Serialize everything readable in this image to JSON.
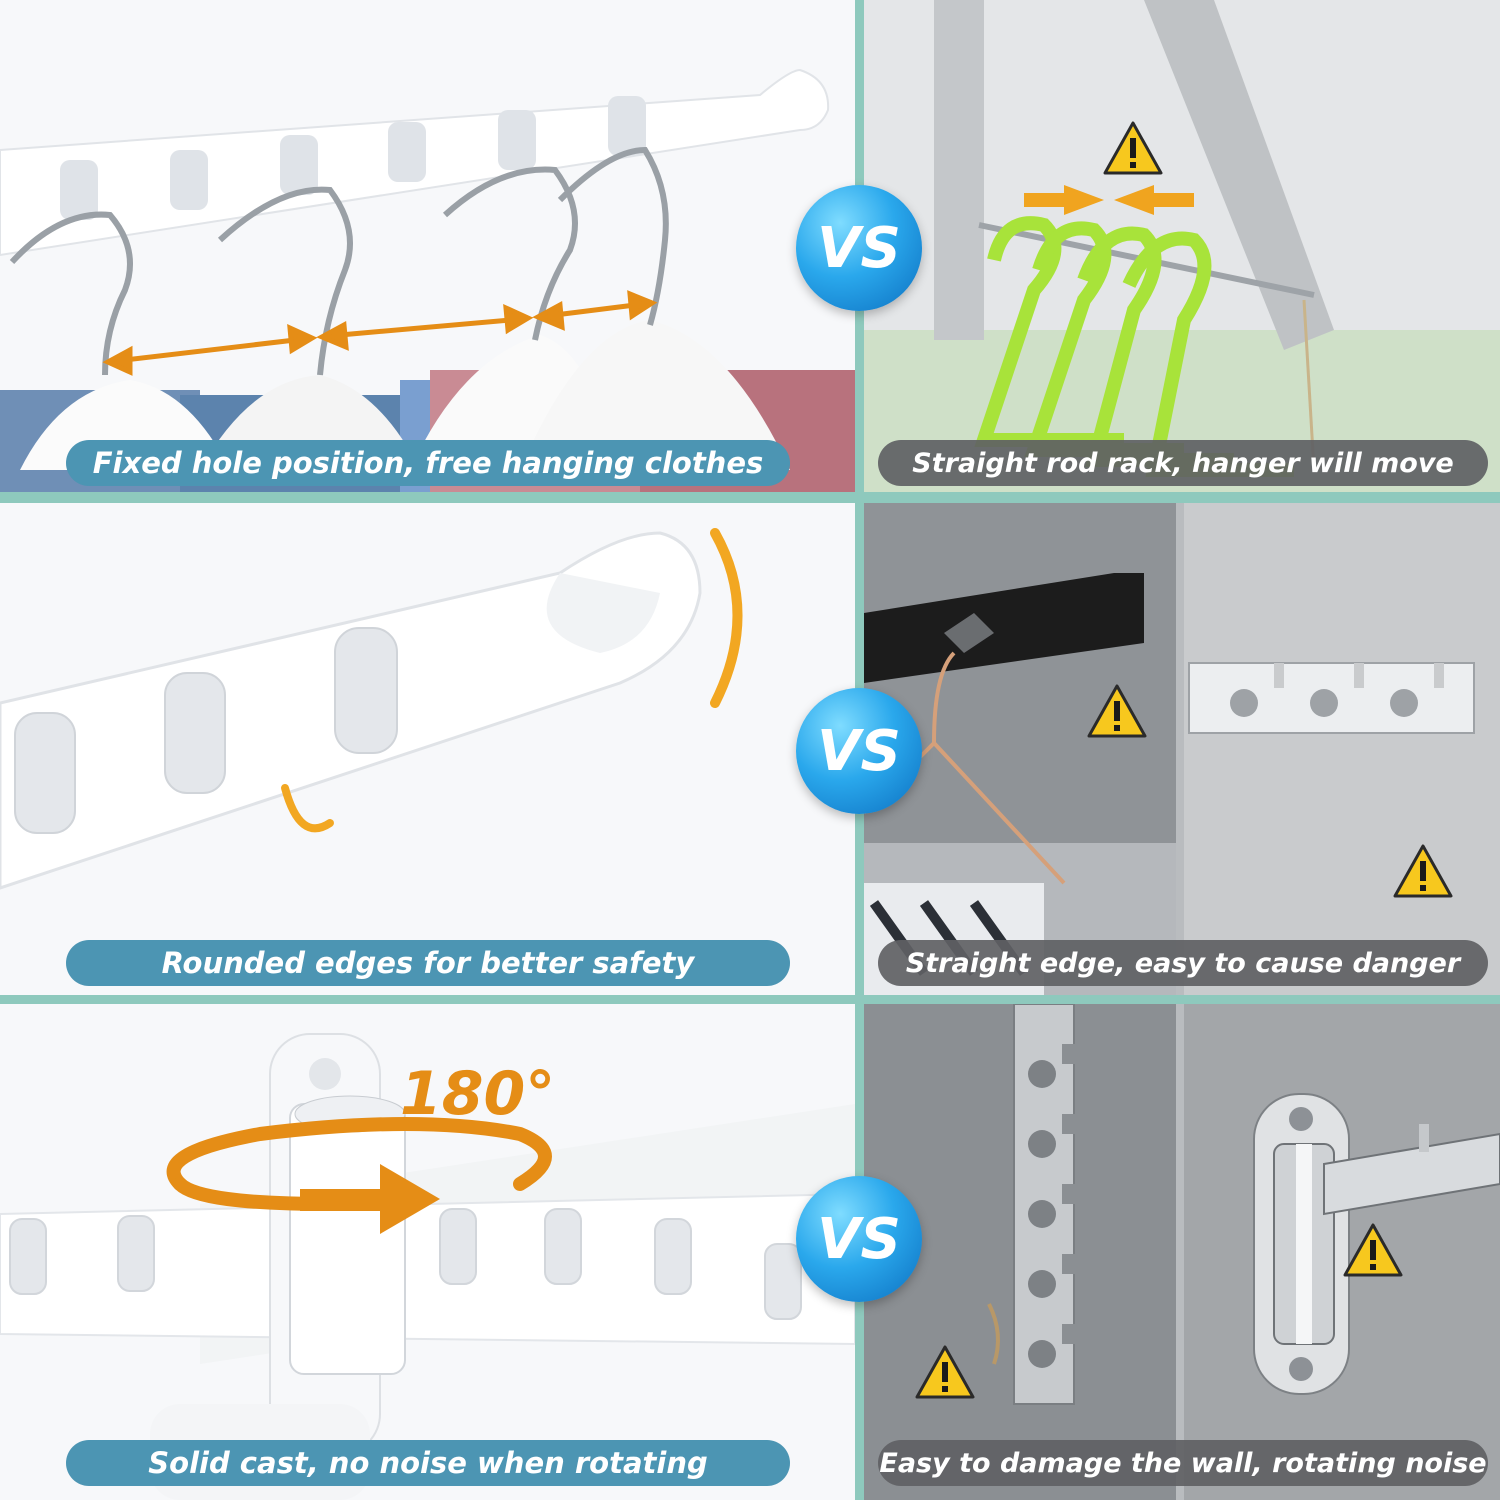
{
  "vs_label": "VS",
  "degree_label": "180°",
  "rows": [
    {
      "left_caption": "Fixed hole position, free hanging clothes",
      "right_caption": "Straight rod rack, hanger will move"
    },
    {
      "left_caption": "Rounded edges for better safety",
      "right_caption": "Straight edge, easy to cause danger"
    },
    {
      "left_caption": "Solid cast, no noise when rotating",
      "right_caption": "Easy to damage the wall, rotating noise"
    }
  ],
  "colors": {
    "accent_orange": "#e58d16",
    "caption_blue": "#4c95b3",
    "caption_gray": "#5f6164",
    "warning_yellow": "#f7c81e",
    "hanger_green": "#a8e33a",
    "divider": "#8ec9bd"
  },
  "icons": [
    "warning-icon",
    "arrow-icon",
    "rotate-arrow-icon"
  ]
}
